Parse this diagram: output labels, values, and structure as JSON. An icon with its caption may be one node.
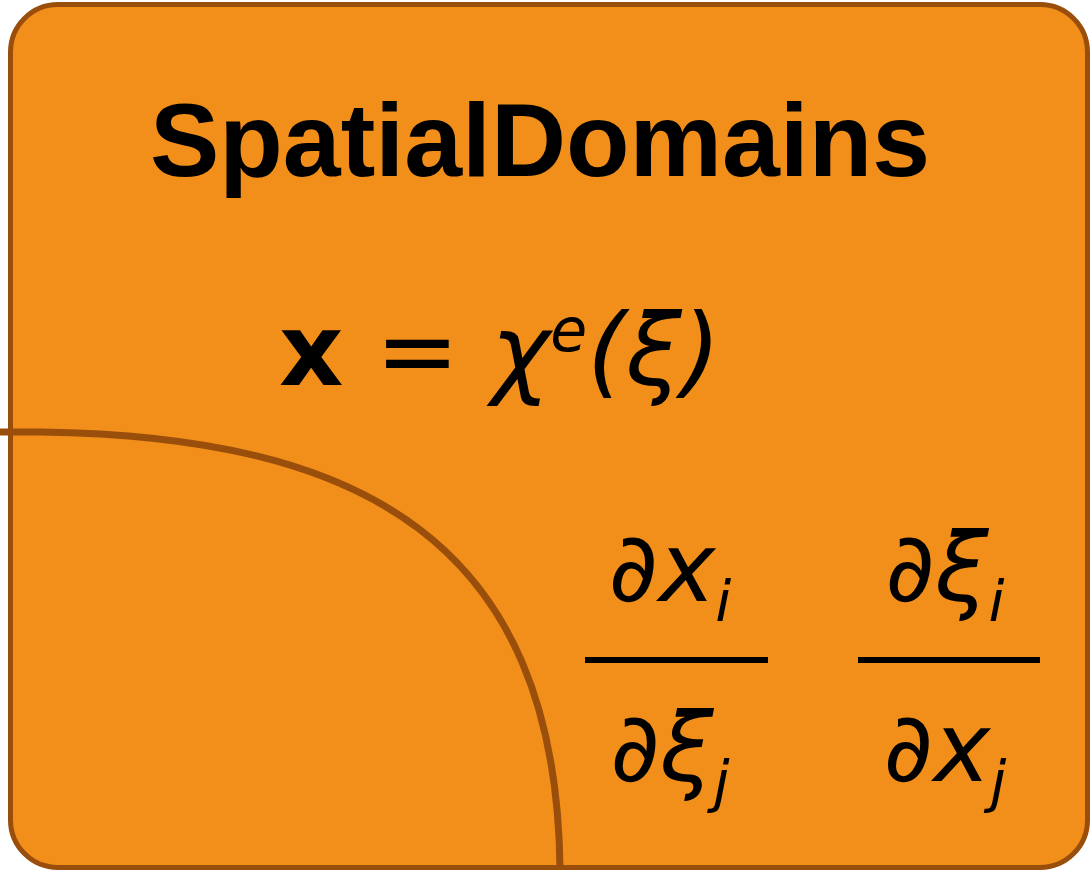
{
  "diagram": {
    "nodes": [
      {
        "text": [
          "SpatialDomains",
          "**x** = χ$^{e}$(ξ)",
          "∂x$_{i}$",
          "∂ξ$_{j}$",
          "∂ξ$_{i}$",
          "∂x$_{j}$"
        ]
      }
    ]
  }
}
